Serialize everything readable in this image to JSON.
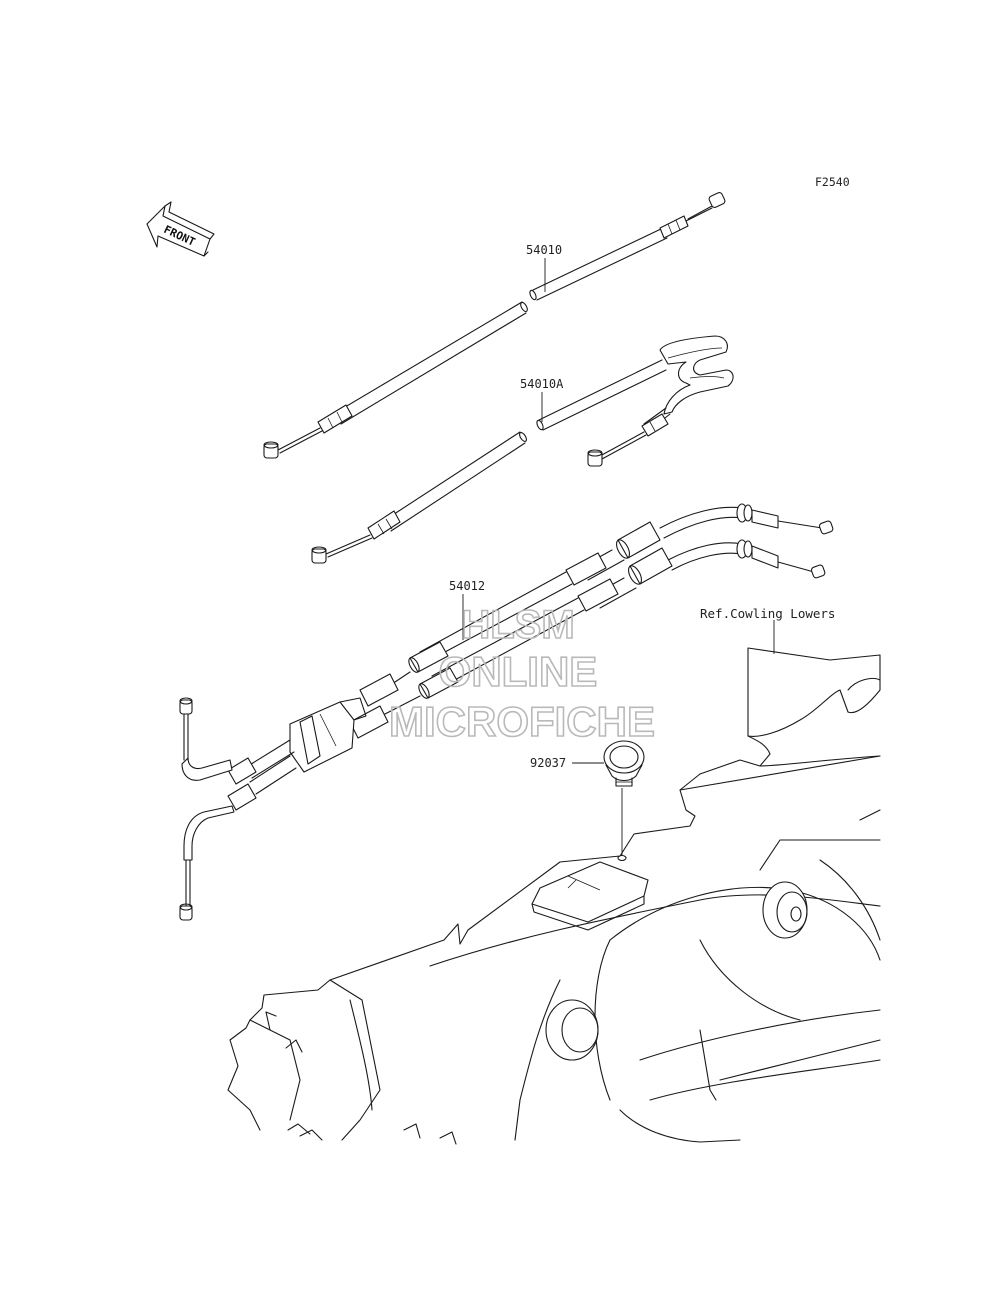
{
  "diagram": {
    "figure_code": "F2540",
    "front_arrow_text": "FRONT",
    "reference_note": "Ref.Cowling Lowers",
    "parts": [
      {
        "number": "54010"
      },
      {
        "number": "54010A"
      },
      {
        "number": "54012"
      },
      {
        "number": "92037"
      }
    ]
  },
  "watermark": {
    "lines": [
      "HLSM",
      "ONLINE",
      "MICROFICHE"
    ],
    "color": "#b9b9b9"
  },
  "colors": {
    "line": "#1a1a1a",
    "background": "#ffffff"
  }
}
